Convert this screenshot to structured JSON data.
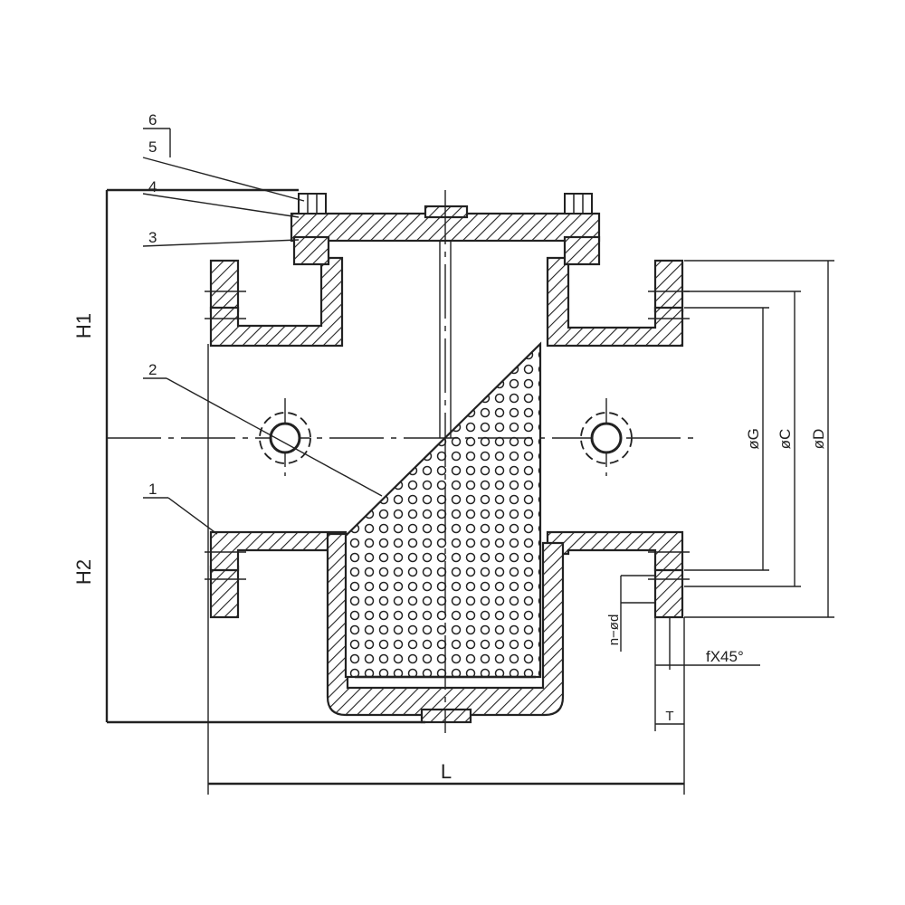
{
  "drawing": {
    "part_numbers": [
      "1",
      "2",
      "3",
      "4",
      "5",
      "6"
    ],
    "dimensions": {
      "h1": "H1",
      "h2": "H2",
      "length": "L",
      "diameter_g": "øG",
      "diameter_c": "øC",
      "diameter_d": "øD",
      "holes": "n−ød",
      "chamfer": "fX45°",
      "thickness": "T"
    },
    "colors": {
      "line": "#222222",
      "background": "#ffffff"
    }
  }
}
